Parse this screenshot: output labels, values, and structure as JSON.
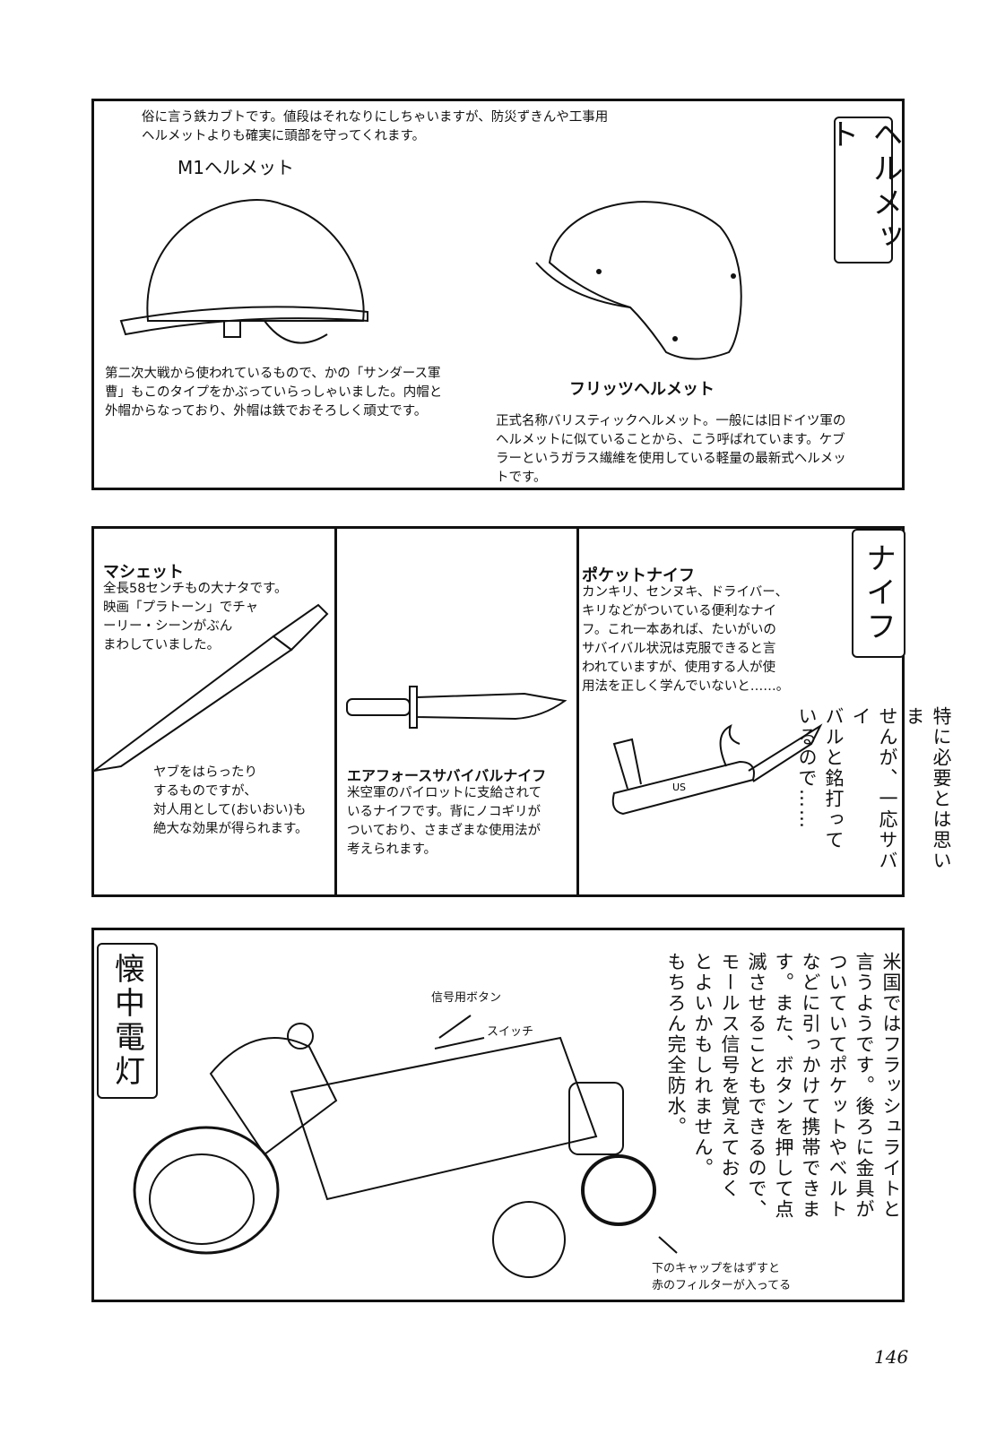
{
  "helmet_section": {
    "scroll_title": "ヘルメット",
    "intro": "俗に言う鉄カブトです。値段はそれなりにしちゃいますが、防災ずきんや工事用\nヘルメットよりも確実に頭部を守ってくれます。",
    "m1": {
      "title": "M1ヘルメット",
      "desc": "第二次大戦から使われているもので、かの「サンダース軍\n曹」もこのタイプをかぶっていらっしゃいました。内帽と\n外帽からなっており、外帽は鉄でおそろしく頑丈です。"
    },
    "fritz": {
      "title": "フリッツヘルメット",
      "desc": "正式名称バリスティックヘルメット。一般には旧ドイツ軍の\nヘルメットに似ていることから、こう呼ばれています。ケブ\nラーというガラス繊維を使用している軽量の最新式ヘルメッ\nトです。"
    }
  },
  "knife_section": {
    "scroll_title": "ナイフ",
    "machete": {
      "title": "マシェット",
      "desc": "全長58センチもの大ナタです。\n映画「プラトーン」でチャ\nーリー・シーンがぶん\nまわしていました。",
      "note": "ヤブをはらったり\nするものですが、\n対人用として(おいおい)も\n絶大な効果が得られます。"
    },
    "airforce": {
      "title": "エアフォースサバイバルナイフ",
      "desc": "米空軍のパイロットに支給されて\nいるナイフです。背にノコギリが\nついており、さまざまな使用法が\n考えられます。"
    },
    "pocket": {
      "title": "ポケットナイフ",
      "desc": "カンキリ、センヌキ、ドライバー、\nキリなどがついている便利なナイ\nフ。これ一本あれば、たいがいの\nサバイバル状況は克服できると言\nわれていますが、使用する人が使\n用法を正しく学んでいないと……。",
      "engraving": "US"
    },
    "side_note": "特に必要とは思いま\nせんが、一応サバイ\nバルと銘打って\nいるので……"
  },
  "flashlight_section": {
    "scroll_title": "懐中電灯",
    "label_signal_button": "信号用ボタン",
    "label_switch": "スイッチ",
    "label_cap": "下のキャップをはずすと\n赤のフィルターが入ってる",
    "desc": "米国ではフラッシュライトと\n言うようです。後ろに金具が\nついていてポケットやベルト\nなどに引っかけて携帯できま\nす。また、ボタンを押して点\n滅させることもできるので、\nモールス信号を覚えておく\nとよいかもしれません。\nもちろん完全防水。"
  },
  "page_number": "146"
}
